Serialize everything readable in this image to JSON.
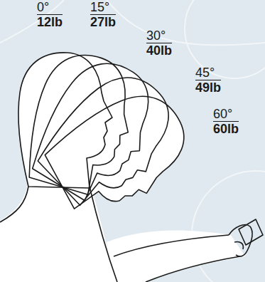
{
  "diagram": {
    "labels": [
      "0°",
      "12lb",
      "15°",
      "27lb",
      "30°",
      "40lb",
      "45°",
      "49lb",
      "60°",
      "60lb"
    ]
  }
}
